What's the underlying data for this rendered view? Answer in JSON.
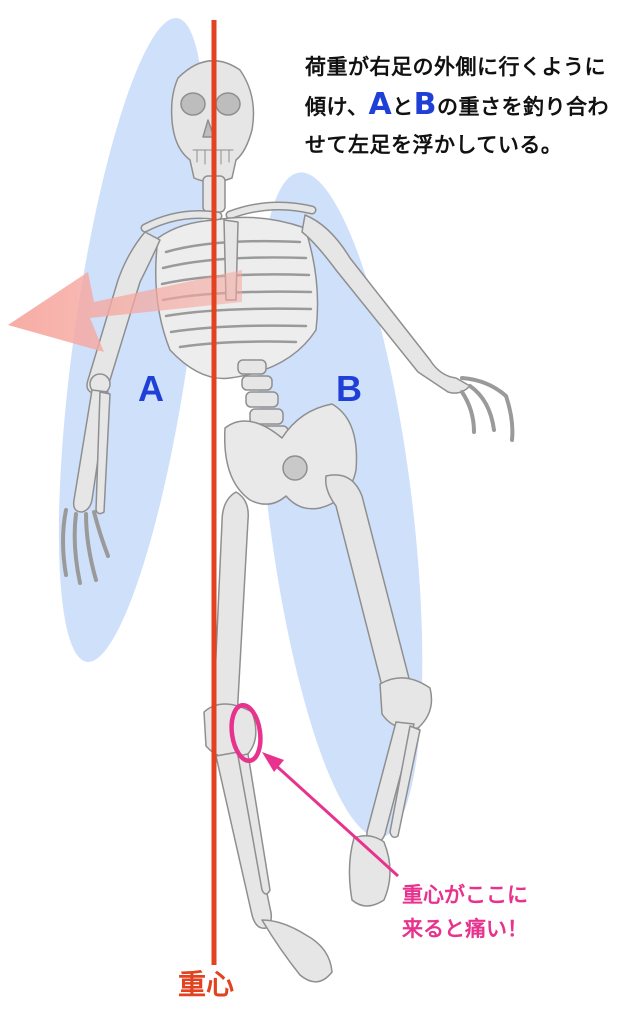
{
  "note": {
    "part1": "荷重が右足の外側に行くように傾け、",
    "a": "A",
    "mid": "と",
    "b": "B",
    "part2": "の重さを釣り合わせて左足を浮かしている。"
  },
  "labels": {
    "a": "A",
    "b": "B"
  },
  "pain": {
    "line1": "重心がここに",
    "line2": "来ると痛い！"
  },
  "center_of_gravity_label": "重心",
  "colors": {
    "balance_zone": "#cfe0fa",
    "gravity_line": "#e2421f",
    "arrow": "#f6a8a0",
    "pain_marker": "#e8338e",
    "label_blue": "#1f3fd6",
    "bone": "#e6e6e6",
    "bone_outline": "#8f8f8f"
  }
}
